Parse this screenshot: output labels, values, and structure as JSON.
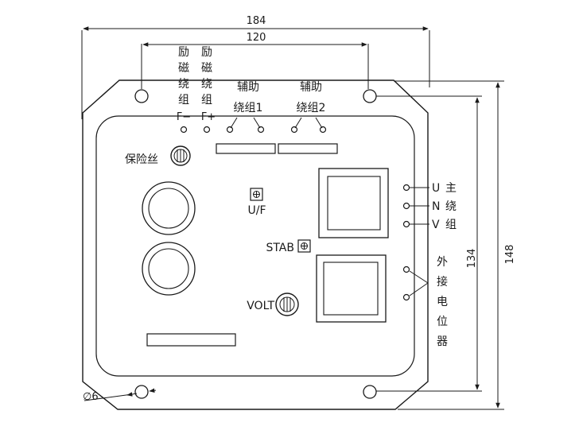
{
  "dimensions": {
    "overall_width": "184",
    "hole_spacing_width": "120",
    "overall_height": "148",
    "hole_spacing_height": "134",
    "hole_diameter": "∅6"
  },
  "labels": {
    "excitation_minus": [
      "励",
      "磁",
      "绕",
      "组",
      "F−"
    ],
    "excitation_plus": [
      "励",
      "磁",
      "绕",
      "组",
      "F+"
    ],
    "aux1_line1": "辅助",
    "aux1_line2": "绕组1",
    "aux2_line1": "辅助",
    "aux2_line2": "绕组2",
    "fuse": "保险丝",
    "uf": "U/F",
    "stab": "STAB",
    "volt": "VOLT",
    "terminal_u": "U",
    "terminal_n": "N",
    "terminal_v": "V",
    "main_winding": [
      "主",
      "绕",
      "组"
    ],
    "external_pot": [
      "外",
      "接",
      "电",
      "位",
      "器"
    ]
  },
  "colors": {
    "line": "#1a1a1a",
    "background": "#ffffff"
  }
}
